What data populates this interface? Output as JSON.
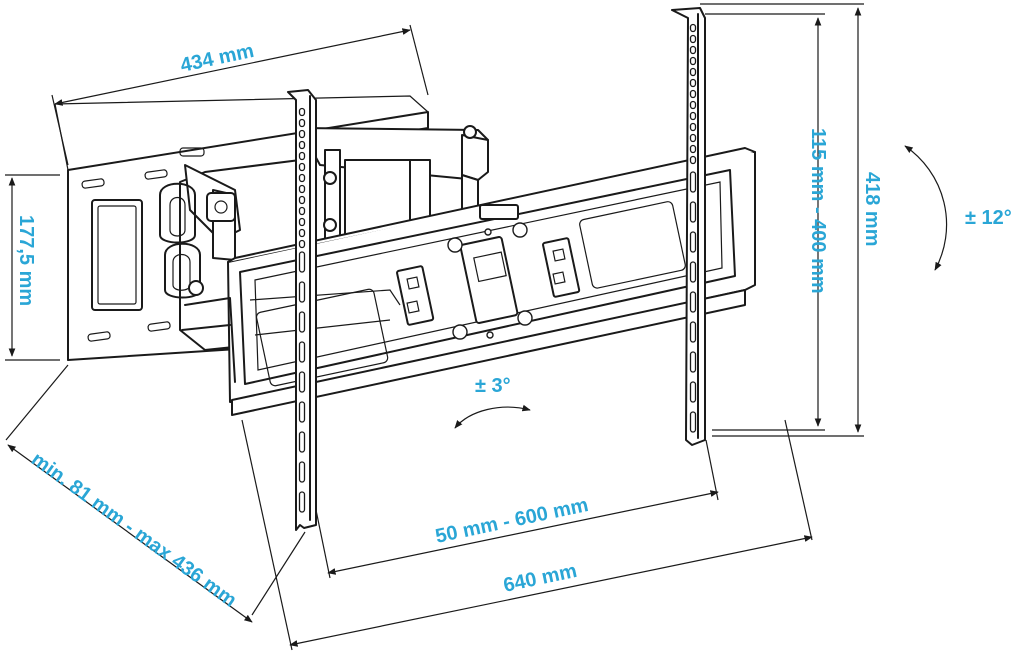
{
  "dimensions": {
    "width_wall": "434 mm",
    "height_wall": "177,5 mm",
    "depth": "min. 81 mm - max 436 mm",
    "vesa_horizontal": "50 mm - 600 mm",
    "overall_width": "640 mm",
    "vesa_vertical": "115 mm - 400 mm",
    "overall_height": "418 mm",
    "tilt": "± 12°",
    "rotation": "± 3°"
  },
  "colors": {
    "dimension_text": "#2aa6d6",
    "line_art": "#1a1a1a"
  }
}
